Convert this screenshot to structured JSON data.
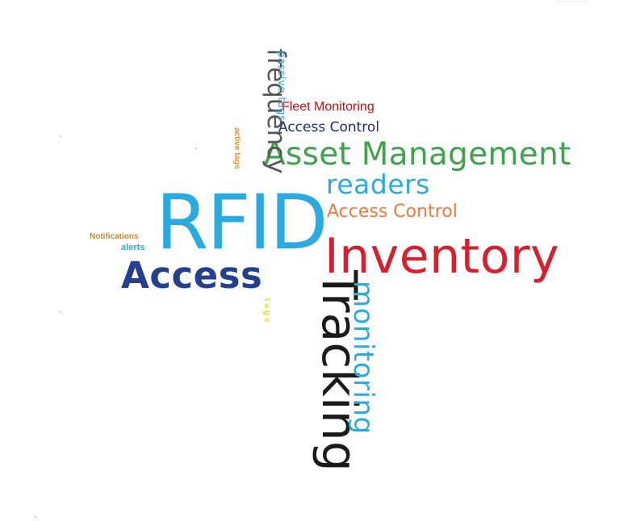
{
  "words": {
    "rfid": {
      "text": "RFID",
      "color": "#29abe2"
    },
    "inventory": {
      "text": "Inventory",
      "color": "#d6202e"
    },
    "tracking": {
      "text": "Tracking",
      "color": "#1a1a1a"
    },
    "asset_management": {
      "text": "Asset Management",
      "color": "#3fa34d"
    },
    "access": {
      "text": "Access",
      "color": "#253f8e"
    },
    "monitoring": {
      "text": "monitoring",
      "color": "#29abe2"
    },
    "readers": {
      "text": "readers",
      "color": "#29abe2"
    },
    "access_control_orange": {
      "text": "Access Control",
      "color": "#f07b3f"
    },
    "access_control_navy": {
      "text": "Access Control",
      "color": "#1f2d6b"
    },
    "fleet_monitoring": {
      "text": "Fleet Monitoring",
      "color": "#d10a0a"
    },
    "frequency": {
      "text": "frequency",
      "color": "#555555"
    },
    "passive_tags": {
      "text": "passive tags",
      "color": "#29abe2"
    },
    "active_tags": {
      "text": "active tags",
      "color": "#f08a1c"
    },
    "notifications": {
      "text": "Notifications",
      "color": "#c08a3a"
    },
    "alerts": {
      "text": "alerts",
      "color": "#29abe2"
    },
    "tags": {
      "text": "tags",
      "color": "#f2d33a"
    }
  }
}
